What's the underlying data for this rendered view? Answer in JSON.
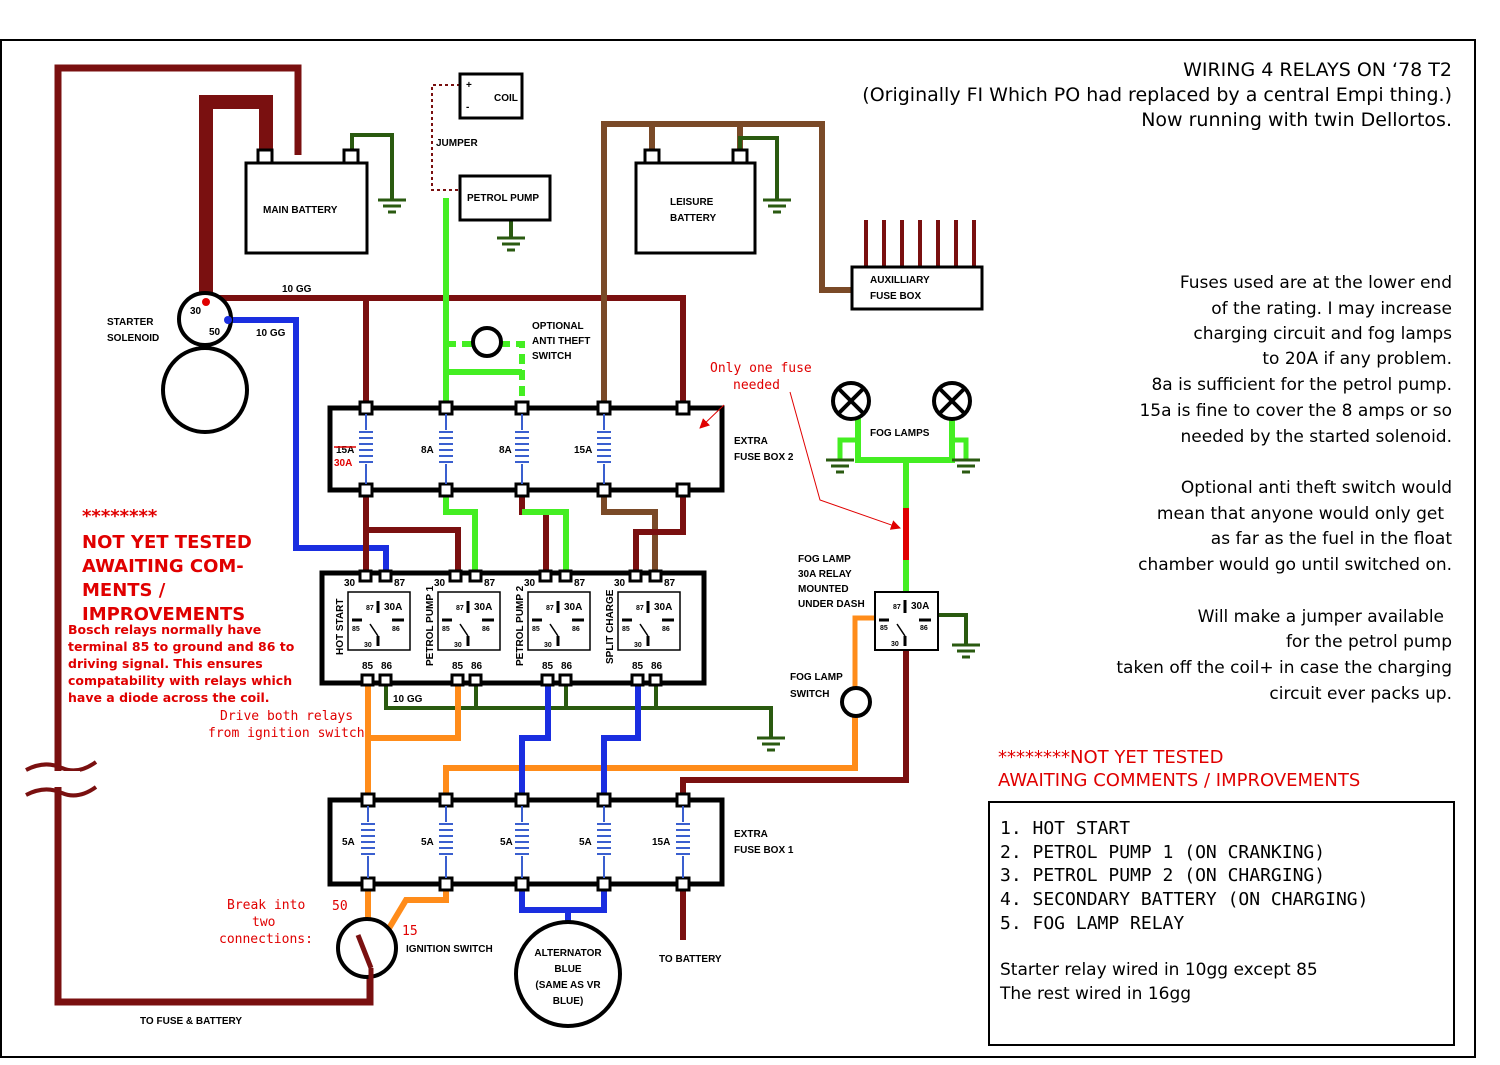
{
  "title": {
    "line1": "WIRING 4 RELAYS ON ‘78 T2",
    "line2": "(Originally FI Which PO had replaced by a central Empi thing.)",
    "line3": "Now running with twin Dellortos."
  },
  "components": {
    "coil": "COIL",
    "jumper": "JUMPER",
    "petrol_pump": "PETROL PUMP",
    "main_battery": "MAIN BATTERY",
    "leisure_battery_1": "LEISURE",
    "leisure_battery_2": "BATTERY",
    "aux_fuse_box_1": "AUXILLIARY",
    "aux_fuse_box_2": "FUSE BOX",
    "starter_solenoid_1": "STARTER",
    "starter_solenoid_2": "SOLENOID",
    "optional_switch_1": "OPTIONAL",
    "optional_switch_2": "ANTI THEFT",
    "optional_switch_3": "SWITCH",
    "fog_lamps": "FOG LAMPS",
    "extra_fuse_box_2_a": "EXTRA",
    "extra_fuse_box_2_b": "FUSE BOX 2",
    "extra_fuse_box_1_a": "EXTRA",
    "extra_fuse_box_1_b": "FUSE BOX 1",
    "fog_relay_1": "FOG LAMP",
    "fog_relay_2": "30A RELAY",
    "fog_relay_3": "MOUNTED",
    "fog_relay_4": "UNDER DASH",
    "fog_switch_1": "FOG LAMP",
    "fog_switch_2": "SWITCH",
    "ignition_switch": "IGNITION SWITCH",
    "alternator_1": "ALTERNATOR",
    "alternator_2": "BLUE",
    "alternator_3": "(SAME AS VR",
    "alternator_4": "BLUE)",
    "to_battery": "TO BATTERY",
    "to_fuse_battery": "TO FUSE & BATTERY",
    "wire_10gg": "10 GG",
    "term_30": "30",
    "term_50": "50",
    "term_15": "15",
    "term_87": "87",
    "term_85": "85",
    "term_86": "86",
    "relay_30a": "30A",
    "plus": "+",
    "minus": "-"
  },
  "fuse_box_2": {
    "fuses": [
      "15A",
      "8A",
      "8A",
      "15A"
    ],
    "corrected": "30A"
  },
  "fuse_box_1": {
    "fuses": [
      "5A",
      "5A",
      "5A",
      "5A",
      "15A"
    ]
  },
  "relays": [
    "HOT START",
    "PETROL PUMP 1",
    "PETROL PUMP 2",
    "SPLIT CHARGE"
  ],
  "annotations": {
    "only_one_fuse_1": "Only one fuse",
    "only_one_fuse_2": "needed",
    "drive_both_1": "Drive both relays",
    "drive_both_2": "from ignition switch",
    "break_1": "Break into",
    "break_2": "two",
    "break_3": "connections:",
    "stars": "********",
    "not_tested_1": "NOT YET TESTED",
    "not_tested_2": "AWAITING COM-",
    "not_tested_3": "MENTS /",
    "not_tested_4": "IMPROVEMENTS",
    "bosch_1": "Bosch relays normally have",
    "bosch_2": "terminal 85 to ground and 86 to",
    "bosch_3": "driving signal. This ensures",
    "bosch_4": "compatability with relays which",
    "bosch_5": "have a diode across the coil."
  },
  "notes": {
    "fuses": [
      "Fuses used are at the lower end",
      "of the rating. I may increase",
      "charging circuit and fog lamps",
      "to 20A if any problem.",
      "8a is sufficient for the petrol pump.",
      "15a is fine to cover the 8 amps or so",
      "needed by the started solenoid."
    ],
    "anti_theft": [
      "Optional anti theft switch would",
      "mean that anyone would only get",
      "as far as the fuel in the float",
      "chamber would go until switched on."
    ],
    "jumper": [
      "Will make a jumper available",
      "for the petrol pump",
      "taken off the coil+ in case the charging",
      "circuit ever packs up."
    ],
    "not_tested_1": "********NOT YET TESTED",
    "not_tested_2": "AWAITING COMMENTS / IMPROVEMENTS"
  },
  "legend": {
    "items": [
      "1. HOT START",
      "2. PETROL PUMP  1 (ON CRANKING)",
      "3. PETROL PUMP 2 (ON CHARGING)",
      "4. SECONDARY BATTERY (ON CHARGING)",
      "5. FOG LAMP RELAY"
    ],
    "footer_1": "Starter relay wired in 10gg except 85",
    "footer_2": "The rest wired in 16gg"
  },
  "colors": {
    "maroon": "#7a1010",
    "blue": "#1a2ee0",
    "green": "#44ee22",
    "brown": "#7a4a28",
    "orange": "#ff8c1a",
    "dark_green": "#2a5a10",
    "red": "#e00000",
    "ground": "#2a5a10"
  }
}
